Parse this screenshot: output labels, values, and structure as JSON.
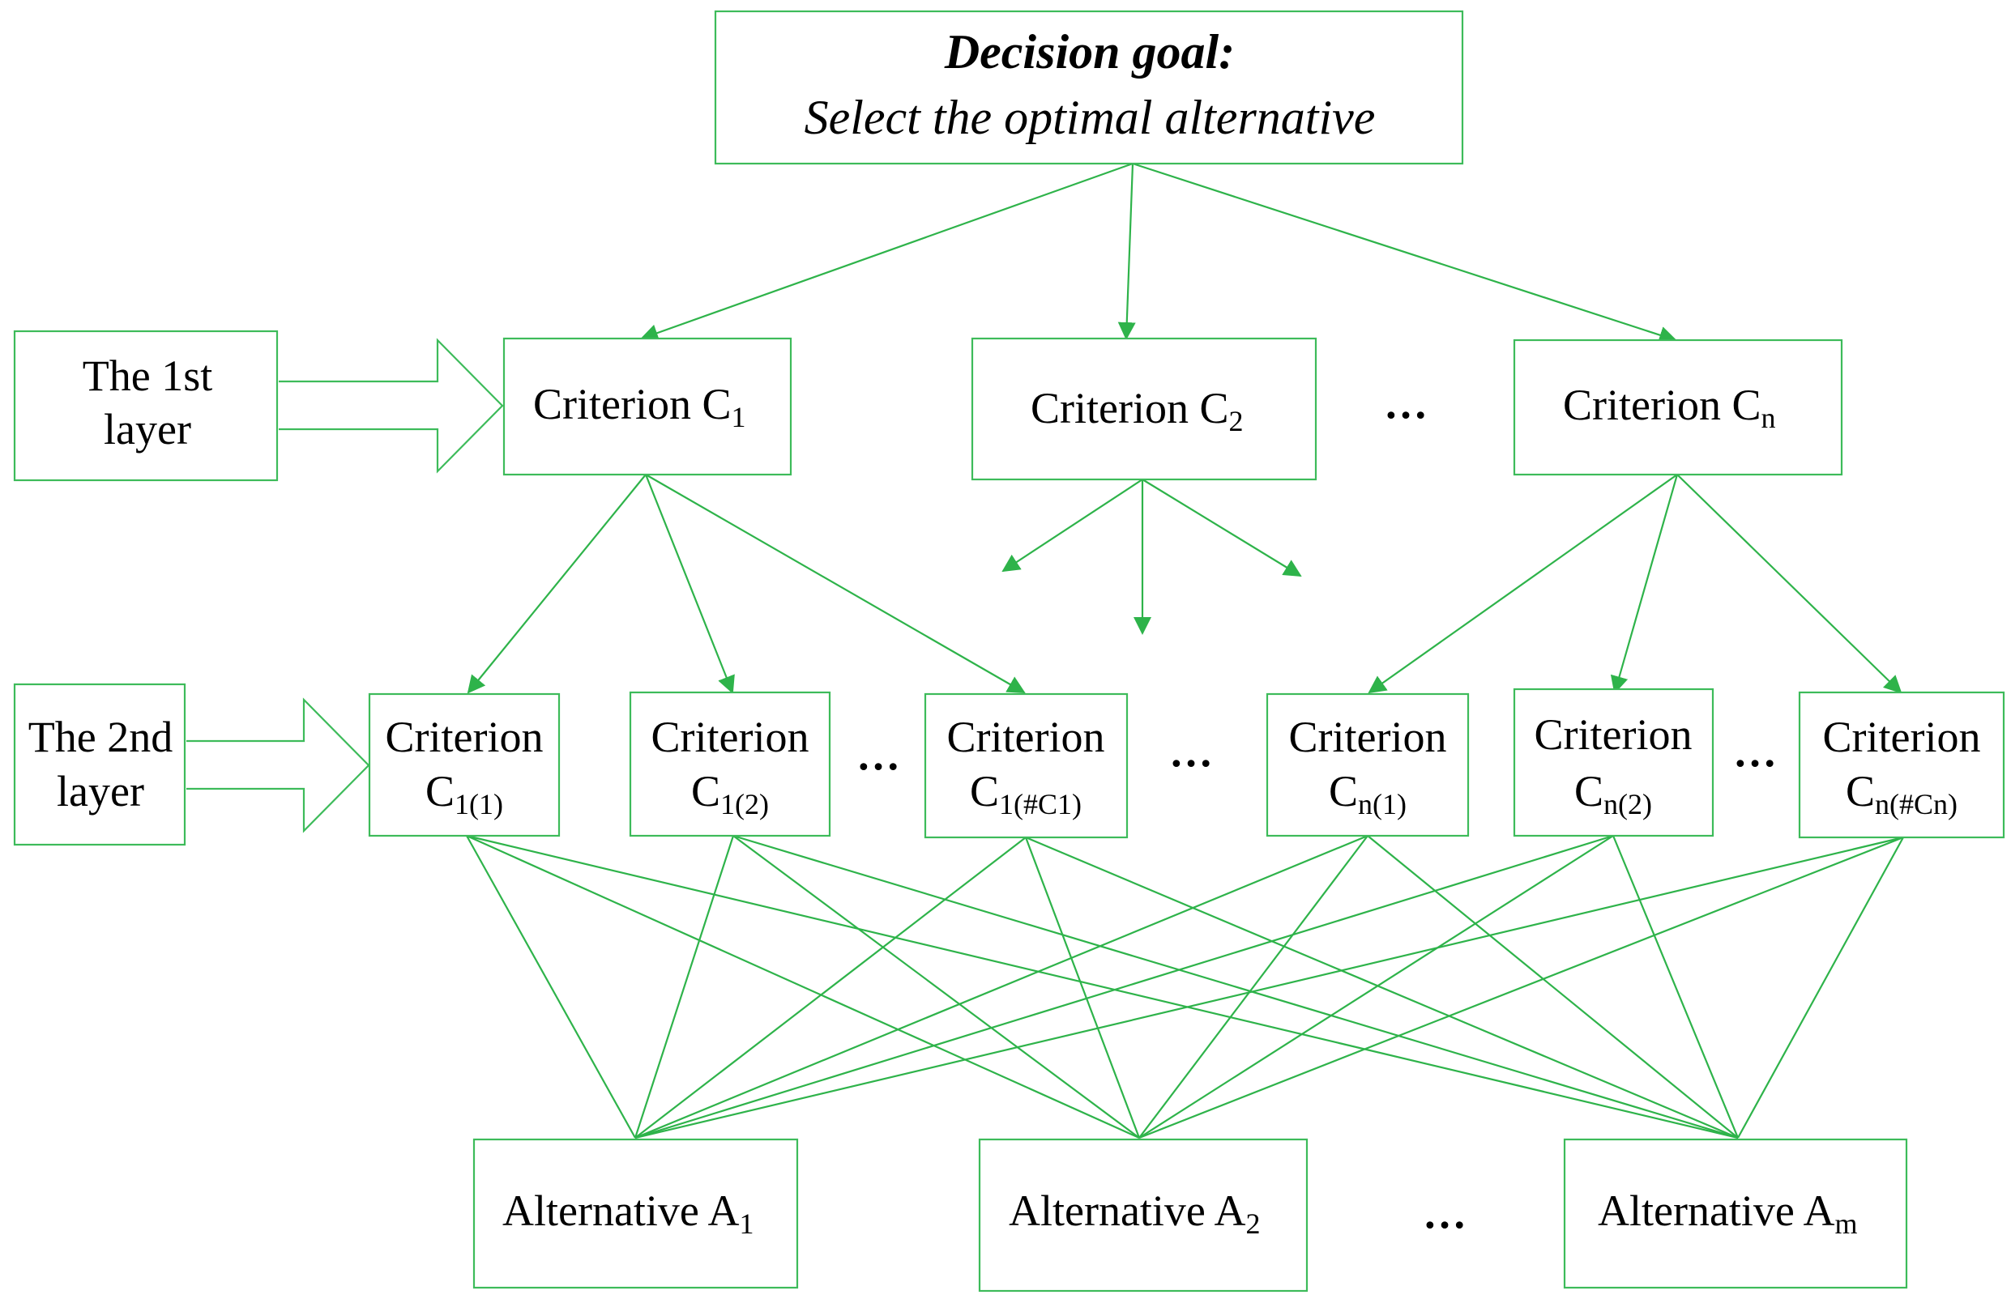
{
  "goal": {
    "title": "Decision goal:",
    "subtitle": "Select the optimal alternative"
  },
  "layers": {
    "first": {
      "line1": "The 1st",
      "line2": "layer"
    },
    "second": {
      "line1": "The 2nd",
      "line2": "layer"
    }
  },
  "criteria_level1": [
    {
      "word": "Criterion",
      "symbol": "C",
      "sub": "1"
    },
    {
      "word": "Criterion",
      "symbol": "C",
      "sub": "2"
    },
    {
      "word": "Criterion",
      "symbol": "C",
      "sub": "n"
    }
  ],
  "criteria_level2": [
    {
      "word": "Criterion",
      "symbol": "C",
      "sub": "1(1)"
    },
    {
      "word": "Criterion",
      "symbol": "C",
      "sub": "1(2)"
    },
    {
      "word": "Criterion",
      "symbol": "C",
      "sub": "1(#C1)"
    },
    {
      "word": "Criterion",
      "symbol": "C",
      "sub": "n(1)"
    },
    {
      "word": "Criterion",
      "symbol": "C",
      "sub": "n(2)"
    },
    {
      "word": "Criterion",
      "symbol": "C",
      "sub": "n(#Cn)"
    }
  ],
  "alternatives": [
    {
      "word": "Alternative",
      "symbol": "A",
      "sub": "1"
    },
    {
      "word": "Alternative",
      "symbol": "A",
      "sub": "2"
    },
    {
      "word": "Alternative",
      "symbol": "A",
      "sub": "m"
    }
  ],
  "ellipsis": "…",
  "colors": {
    "line": "#2eb34a",
    "box_border": "#3dbb5a",
    "text": "#000000"
  }
}
